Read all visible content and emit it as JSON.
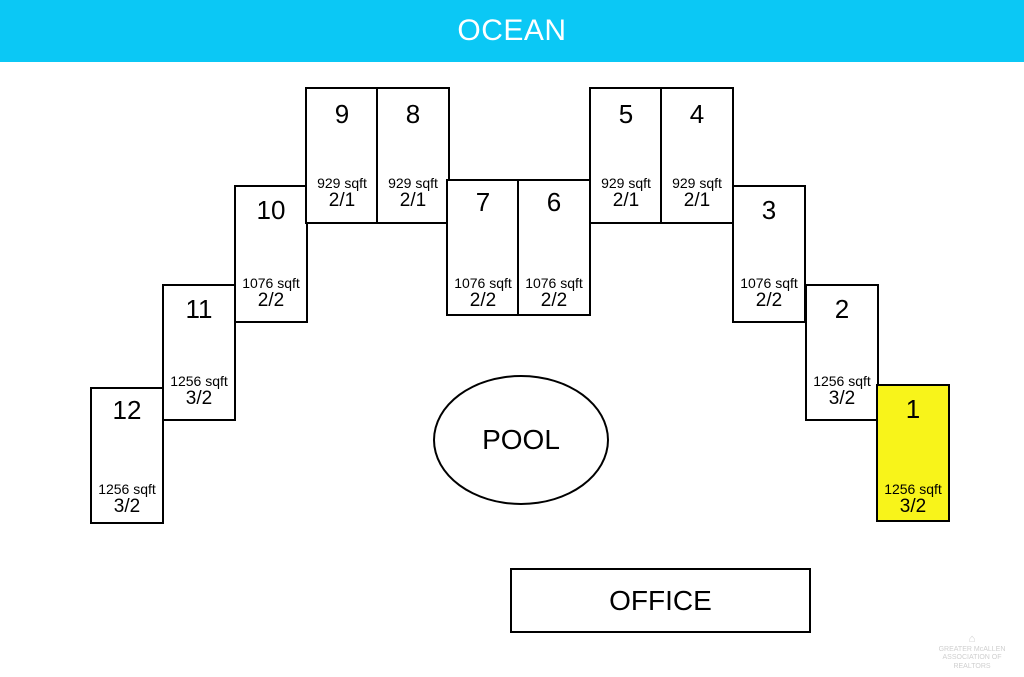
{
  "header": {
    "label": "OCEAN",
    "color": "#0bc8f5"
  },
  "units": [
    {
      "number": "12",
      "sqft": "1256 sqft",
      "beds": "3/2"
    },
    {
      "number": "11",
      "sqft": "1256 sqft",
      "beds": "3/2"
    },
    {
      "number": "10",
      "sqft": "1076 sqft",
      "beds": "2/2"
    },
    {
      "number": "9",
      "sqft": "929 sqft",
      "beds": "2/1"
    },
    {
      "number": "8",
      "sqft": "929 sqft",
      "beds": "2/1"
    },
    {
      "number": "7",
      "sqft": "1076 sqft",
      "beds": "2/2"
    },
    {
      "number": "6",
      "sqft": "1076 sqft",
      "beds": "2/2"
    },
    {
      "number": "5",
      "sqft": "929 sqft",
      "beds": "2/1"
    },
    {
      "number": "4",
      "sqft": "929 sqft",
      "beds": "2/1"
    },
    {
      "number": "3",
      "sqft": "1076 sqft",
      "beds": "2/2"
    },
    {
      "number": "2",
      "sqft": "1256 sqft",
      "beds": "3/2"
    },
    {
      "number": "1",
      "sqft": "1256 sqft",
      "beds": "3/2",
      "highlighted": true
    }
  ],
  "highlight_color": "#f8f41a",
  "pool": {
    "label": "POOL"
  },
  "office": {
    "label": "OFFICE"
  },
  "watermark": {
    "line1": "GREATER McALLEN",
    "line2": "ASSOCIATION OF REALTORS"
  }
}
